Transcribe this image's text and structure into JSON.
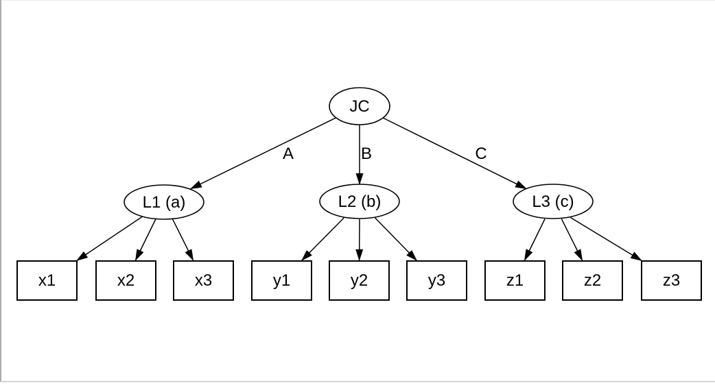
{
  "figure": {
    "type": "tree-diagram",
    "colors": {
      "background": "#ffffff",
      "node_stroke": "#000000",
      "text": "#000000",
      "window_edge_left": "#ababab",
      "window_edge_bottom": "#c6c6c6",
      "window_edge_top": "#ebebeb"
    },
    "root": {
      "id": "JC",
      "label": "JC"
    },
    "edges": [
      {
        "from": "JC",
        "to": "L1",
        "label": "A"
      },
      {
        "from": "JC",
        "to": "L2",
        "label": "B"
      },
      {
        "from": "JC",
        "to": "L3",
        "label": "C"
      }
    ],
    "latent_nodes": [
      {
        "id": "L1",
        "label": "L1 (a)",
        "children": [
          "x1",
          "x2",
          "x3"
        ]
      },
      {
        "id": "L2",
        "label": "L2 (b)",
        "children": [
          "y1",
          "y2",
          "y3"
        ]
      },
      {
        "id": "L3",
        "label": "L3 (c)",
        "children": [
          "z1",
          "z2",
          "z3"
        ]
      }
    ],
    "observed_nodes": [
      {
        "id": "x1",
        "label": "x1",
        "parent": "L1"
      },
      {
        "id": "x2",
        "label": "x2",
        "parent": "L1"
      },
      {
        "id": "x3",
        "label": "x3",
        "parent": "L1"
      },
      {
        "id": "y1",
        "label": "y1",
        "parent": "L2"
      },
      {
        "id": "y2",
        "label": "y2",
        "parent": "L2"
      },
      {
        "id": "y3",
        "label": "y3",
        "parent": "L2"
      },
      {
        "id": "z1",
        "label": "z1",
        "parent": "L3"
      },
      {
        "id": "z2",
        "label": "z2",
        "parent": "L3"
      },
      {
        "id": "z3",
        "label": "z3",
        "parent": "L3"
      }
    ]
  }
}
